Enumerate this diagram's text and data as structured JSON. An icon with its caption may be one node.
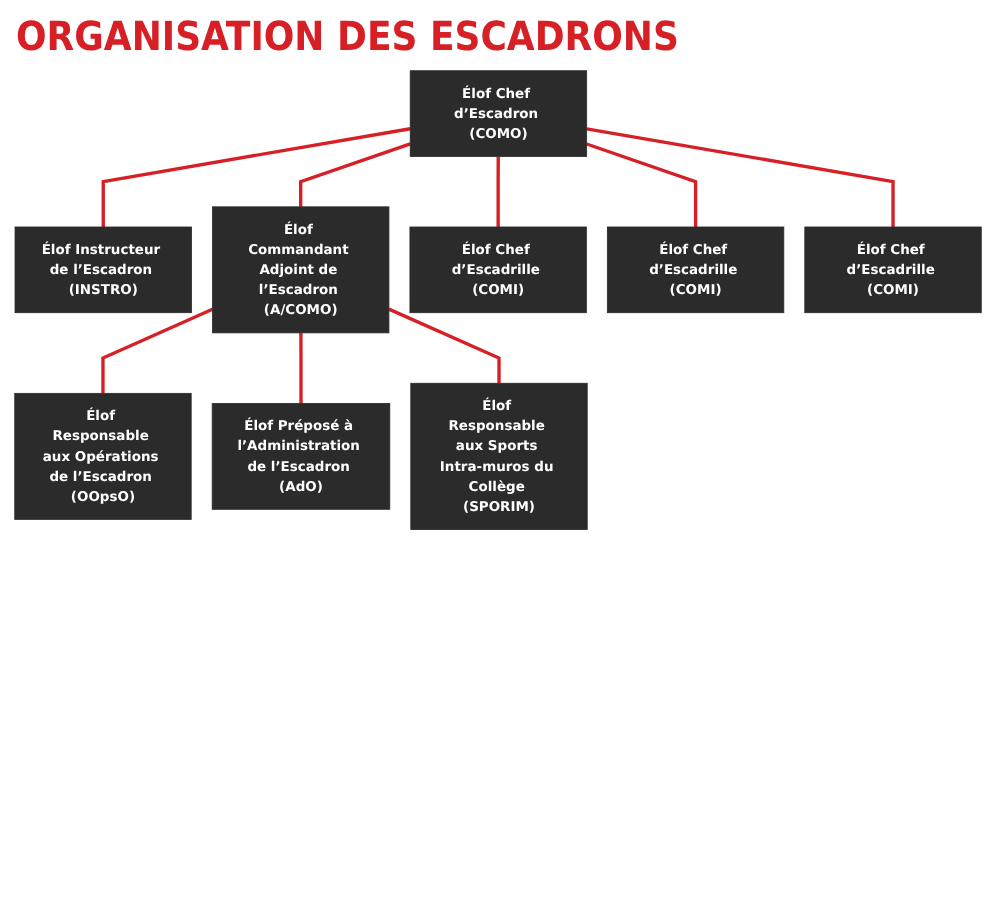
{
  "diagram": {
    "title": "ORGANISATION DES ESCADRONS",
    "nodes": [
      {
        "text": [
          "Élof Chef d’Escadron (COMO)"
        ]
      },
      {
        "text": [
          "Élof Instructeur de l’Escadron (INSTRO)"
        ]
      },
      {
        "text": [
          "Élof Commandant Adjoint de l’Escadron (A/COMO)"
        ]
      },
      {
        "text": [
          "Élof Responsable aux Opérations de l’Escadron (OOpsO)"
        ]
      },
      {
        "text": [
          "Élof Préposé à l’Administration de l’Escadron (AdO)"
        ]
      },
      {
        "text": [
          "Élof Responsable aux Sports Intra-muros du Collège (SPORIM)"
        ]
      },
      {
        "text": [
          "Élof Chef d’Escadrille (COMI)"
        ]
      },
      {
        "text": [
          "Élof Chef d’Escadrille (COMI)"
        ]
      },
      {
        "text": [
          "Élof Chef d’Escadrille (COMI)"
        ]
      }
    ],
    "edges": [
      {
        "from": 0,
        "to": 1,
        "arrow": "none"
      },
      {
        "from": 0,
        "to": 2,
        "arrow": "none"
      },
      {
        "from": 2,
        "to": 3,
        "arrow": "none"
      },
      {
        "from": 2,
        "to": 4,
        "arrow": "none"
      },
      {
        "from": 2,
        "to": 5,
        "arrow": "none"
      },
      {
        "from": 0,
        "to": 6,
        "arrow": "none"
      },
      {
        "from": 0,
        "to": 7,
        "arrow": "none"
      },
      {
        "from": 0,
        "to": 8,
        "arrow": "none"
      }
    ]
  }
}
